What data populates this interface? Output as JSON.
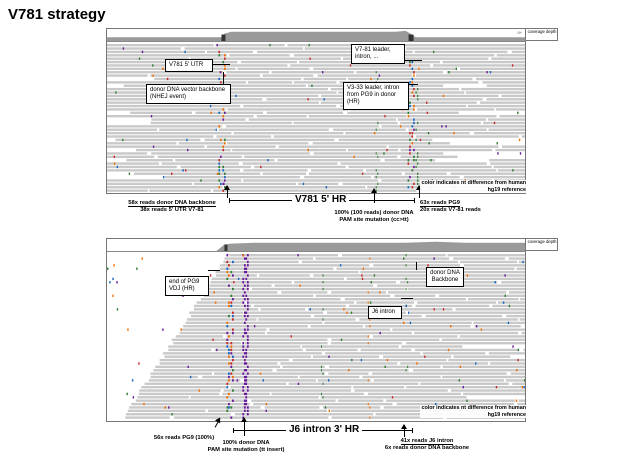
{
  "title": "V781 strategy",
  "panel_top": {
    "coverage_label": "coverage depth",
    "scale": "0+",
    "callouts": [
      {
        "text": "V781 5' UTR"
      },
      {
        "text": "donor DNA vector backbone (NHEJ event)"
      },
      {
        "text": "V7-81 leader, intron, ..."
      },
      {
        "text": "V3-33 leader, intron from PG9 in donor (HR)"
      }
    ],
    "hr_label": "V781 5' HR",
    "color_note": "color indicates nt difference from human hg19 reference",
    "bottom_left_note_1": "58x reads donor DNA backbone",
    "bottom_left_note_2": "38x reads 5' UTR V7-81",
    "center_note_1": "100% (100 reads) donor DNA",
    "center_note_2": "PAM site mutation (cc>tt)",
    "right_note_1": "63x reads PG9",
    "right_note_2": "20x reads V7-81 reads"
  },
  "panel_bottom": {
    "coverage_label": "coverage depth",
    "callouts": [
      {
        "text": "end of PG9 VDJ (HR)"
      },
      {
        "text": "donor DNA Backbone"
      },
      {
        "text": "J6 intron"
      }
    ],
    "hr_label": "J6 intron 3' HR",
    "color_note": "color indicates nt difference from human hg19 reference",
    "left_note": "56x reads PG9 (100%)",
    "center_note_1": "100% donor DNA",
    "center_note_2": "PAM site mutation (tt insert)",
    "right_note_1": "41x reads  J6 intron",
    "right_note_2": "6x reads donor DNA backbone"
  }
}
